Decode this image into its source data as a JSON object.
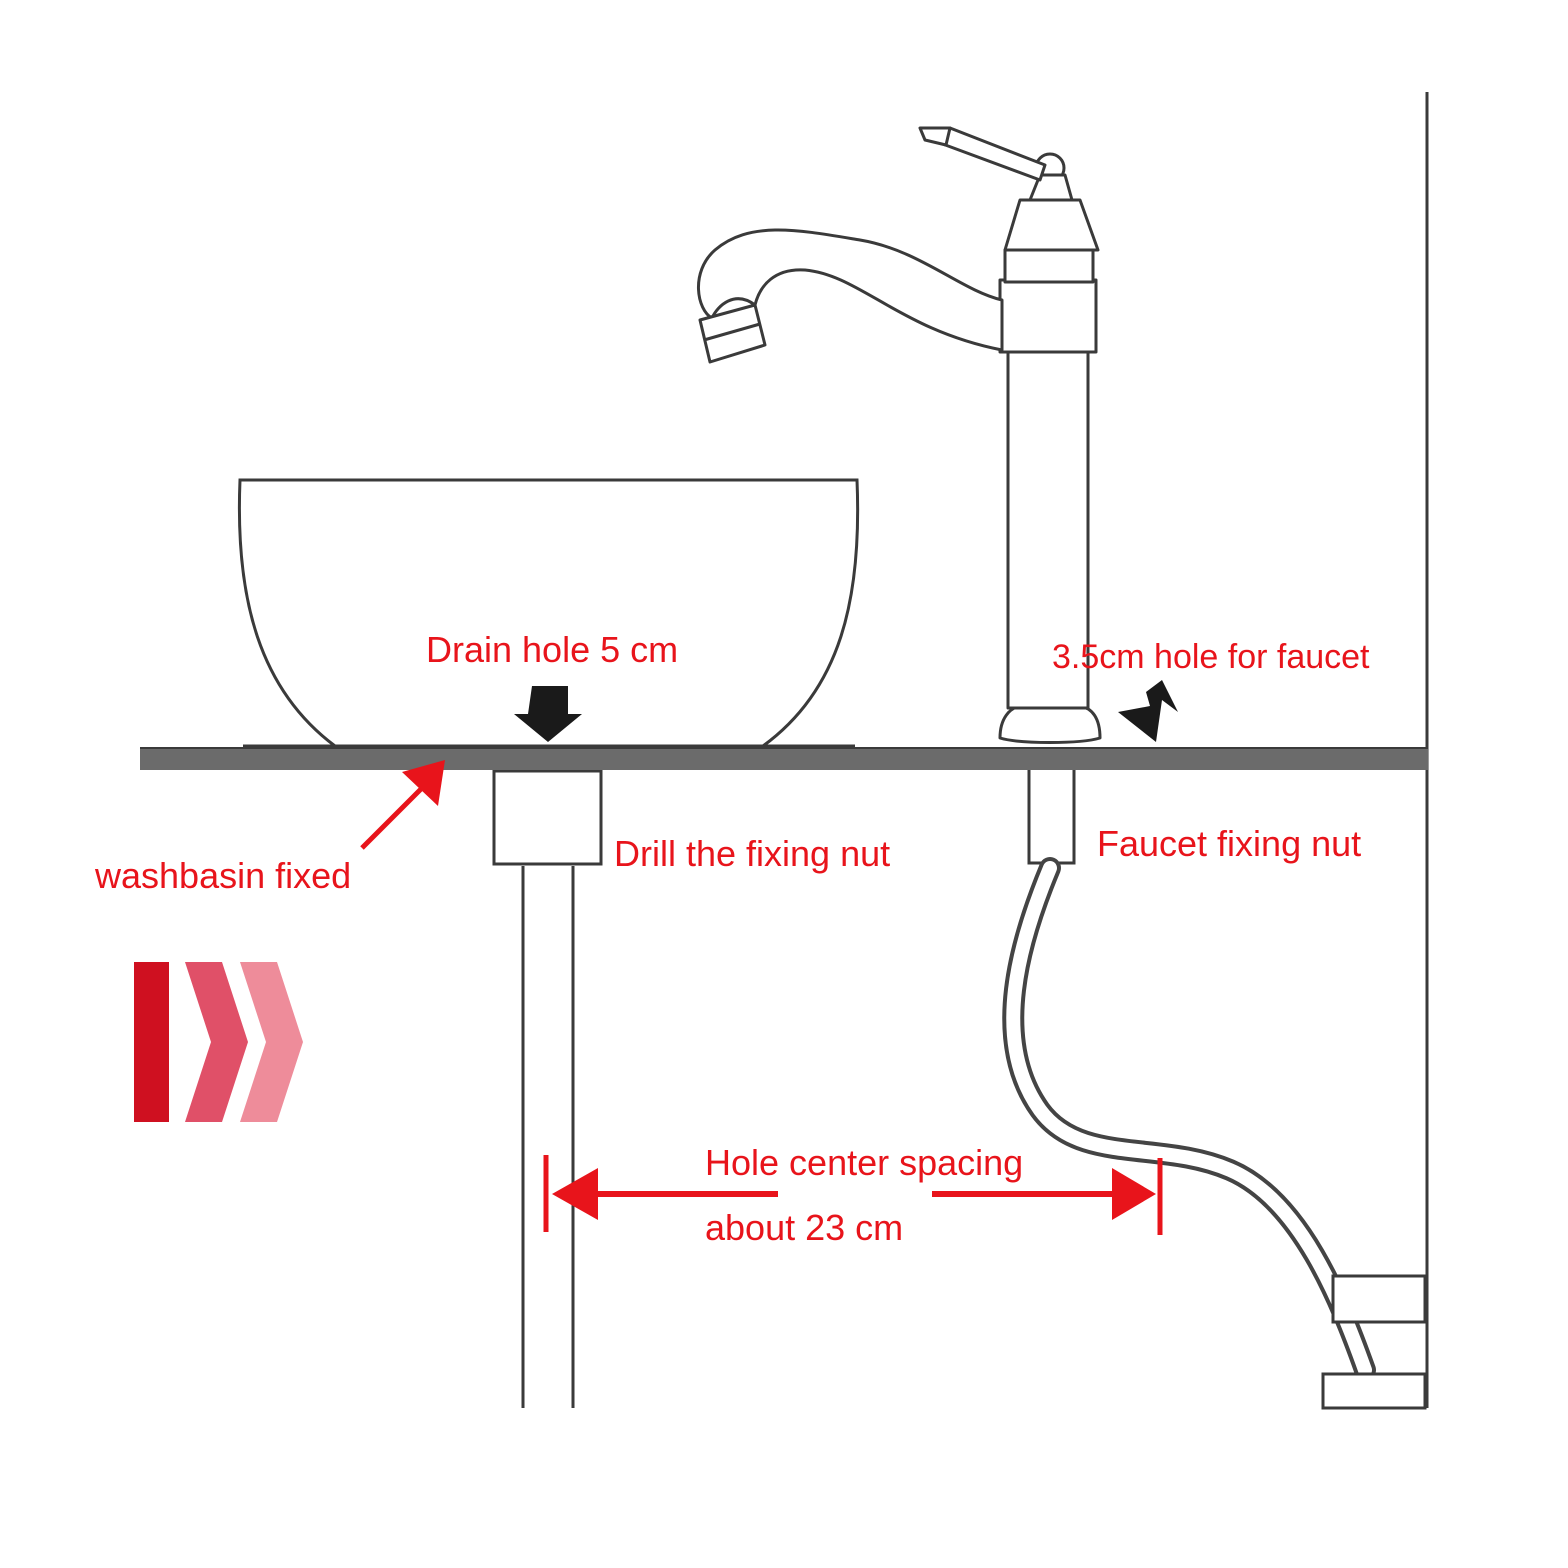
{
  "labels": {
    "drain_hole": "Drain hole 5 cm",
    "faucet_hole": "3.5cm hole for faucet",
    "washbasin_fixed": "washbasin fixed",
    "drill_nut": "Drill the fixing nut",
    "faucet_nut": "Faucet fixing nut",
    "spacing_line1": "Hole center spacing",
    "spacing_line2": "about 23 cm"
  },
  "colors": {
    "label_red": "#e8141b",
    "line_dark": "#3a3a3a",
    "counter_grey": "#6b6b6b",
    "chevron_dark": "#cf1020",
    "chevron_mid": "#e05068",
    "chevron_light": "#ee8c9a"
  },
  "icons": [
    "down-arrow-icon",
    "diagonal-arrow-icon",
    "chevron-arrows-icon"
  ]
}
